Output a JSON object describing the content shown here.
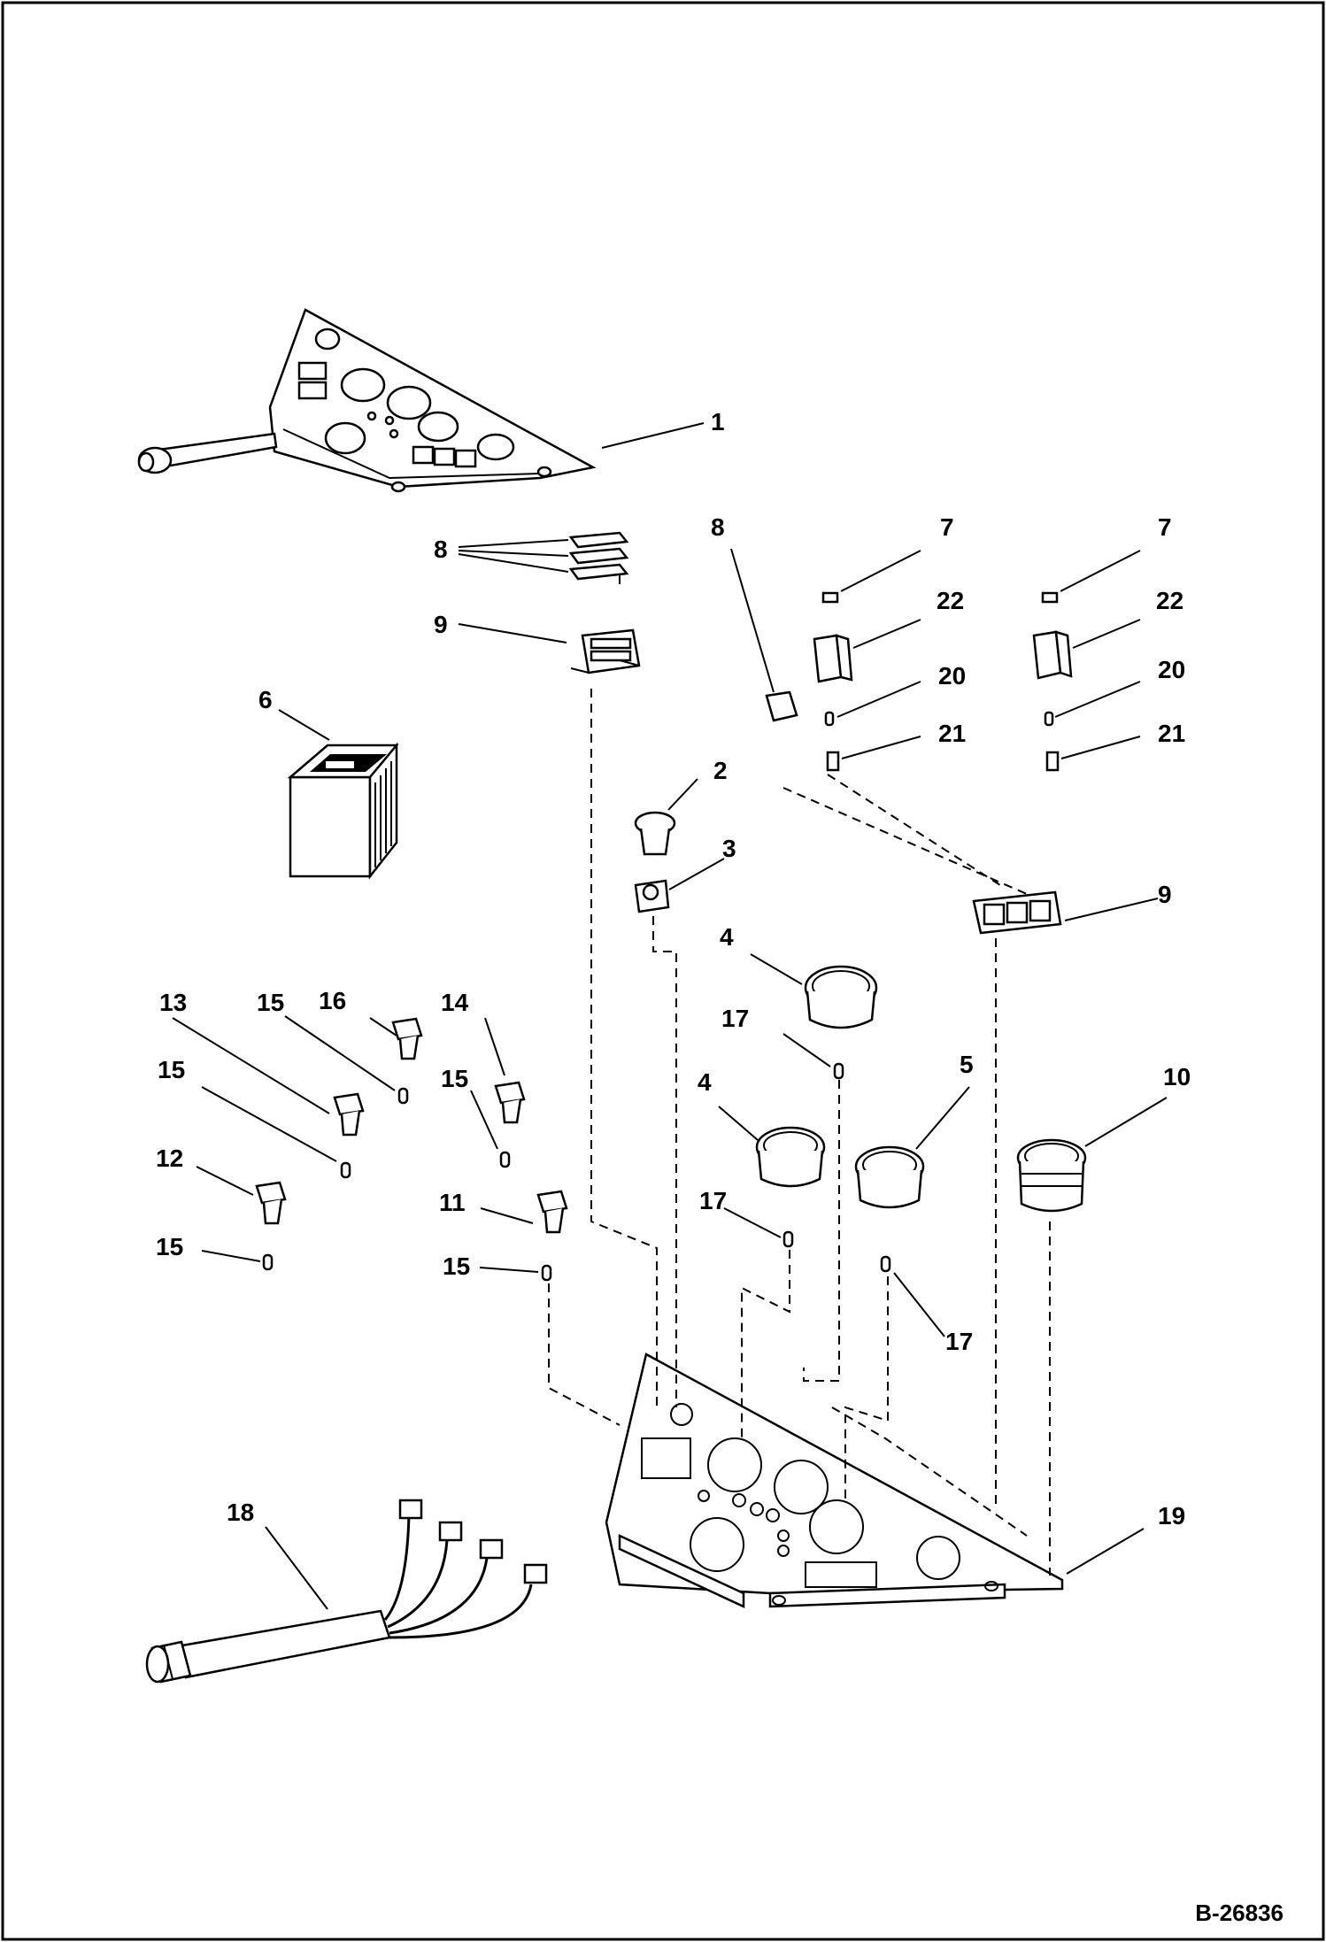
{
  "drawing": {
    "document_number": "B-26836",
    "callouts": {
      "c1": "1",
      "c2": "2",
      "c3": "3",
      "c4a": "4",
      "c4b": "4",
      "c5": "5",
      "c6": "6",
      "c7a": "7",
      "c7b": "7",
      "c8a": "8",
      "c8b": "8",
      "c9a": "9",
      "c9b": "9",
      "c10": "10",
      "c11": "11",
      "c12": "12",
      "c13": "13",
      "c14": "14",
      "c15a": "15",
      "c15b": "15",
      "c15c": "15",
      "c15d": "15",
      "c15e": "15",
      "c16": "16",
      "c17a": "17",
      "c17b": "17",
      "c17c": "17",
      "c18": "18",
      "c19": "19",
      "c20a": "20",
      "c20b": "20",
      "c21a": "21",
      "c21b": "21",
      "c22a": "22",
      "c22b": "22"
    }
  }
}
